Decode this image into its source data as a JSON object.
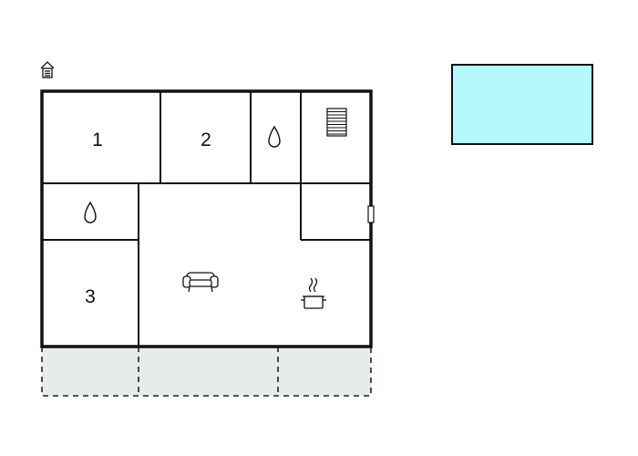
{
  "plan": {
    "rooms": [
      {
        "key": "bedroom-1",
        "label": "1"
      },
      {
        "key": "bedroom-2",
        "label": "2"
      },
      {
        "key": "bedroom-3",
        "label": "3"
      }
    ],
    "icons": {
      "entrance": "house-entrance-icon",
      "bathroom": "water-drop-icon",
      "stairs": "stairs-icon",
      "living": "sofa-icon",
      "kitchen": "cooking-pot-icon"
    }
  },
  "colors": {
    "wall": "#111111",
    "terrace_fill": "#e8ebeb",
    "pool_fill": "#b4fafc",
    "pool_stroke": "#111111"
  }
}
